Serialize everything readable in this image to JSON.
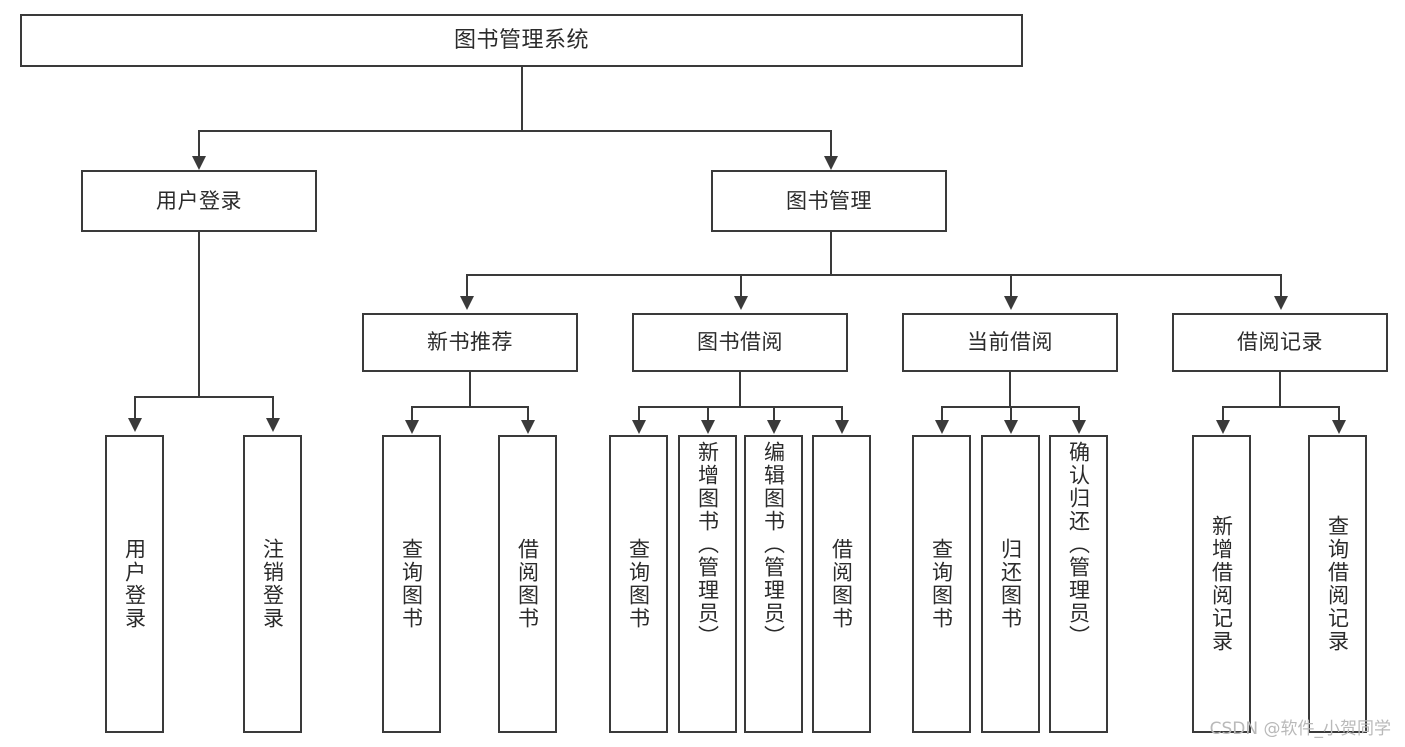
{
  "diagram": {
    "title": "图书管理系统",
    "type": "tree",
    "watermark": "CSDN @软件_小贺同学",
    "colors": {
      "stroke": "#3a3a3a",
      "fill": "#ffffff",
      "text": "#2b2b2b",
      "watermark": "#b9b9b9"
    },
    "root": {
      "label": "图书管理系统"
    },
    "level2": [
      {
        "label": "用户登录"
      },
      {
        "label": "图书管理"
      }
    ],
    "level3": [
      {
        "label": "新书推荐"
      },
      {
        "label": "图书借阅"
      },
      {
        "label": "当前借阅"
      },
      {
        "label": "借阅记录"
      }
    ],
    "leaves": {
      "user_login": [
        {
          "label": "用户登录"
        },
        {
          "label": "注销登录"
        }
      ],
      "new_book_recommend": [
        {
          "label": "查询图书"
        },
        {
          "label": "借阅图书"
        }
      ],
      "book_borrow": [
        {
          "label": "查询图书"
        },
        {
          "label": "新增图书（管理员）"
        },
        {
          "label": "编辑图书（管理员）"
        },
        {
          "label": "借阅图书"
        }
      ],
      "current_borrow": [
        {
          "label": "查询图书"
        },
        {
          "label": "归还图书"
        },
        {
          "label": "确认归还（管理员）"
        }
      ],
      "borrow_record": [
        {
          "label": "新增借阅记录"
        },
        {
          "label": "查询借阅记录"
        }
      ]
    }
  }
}
